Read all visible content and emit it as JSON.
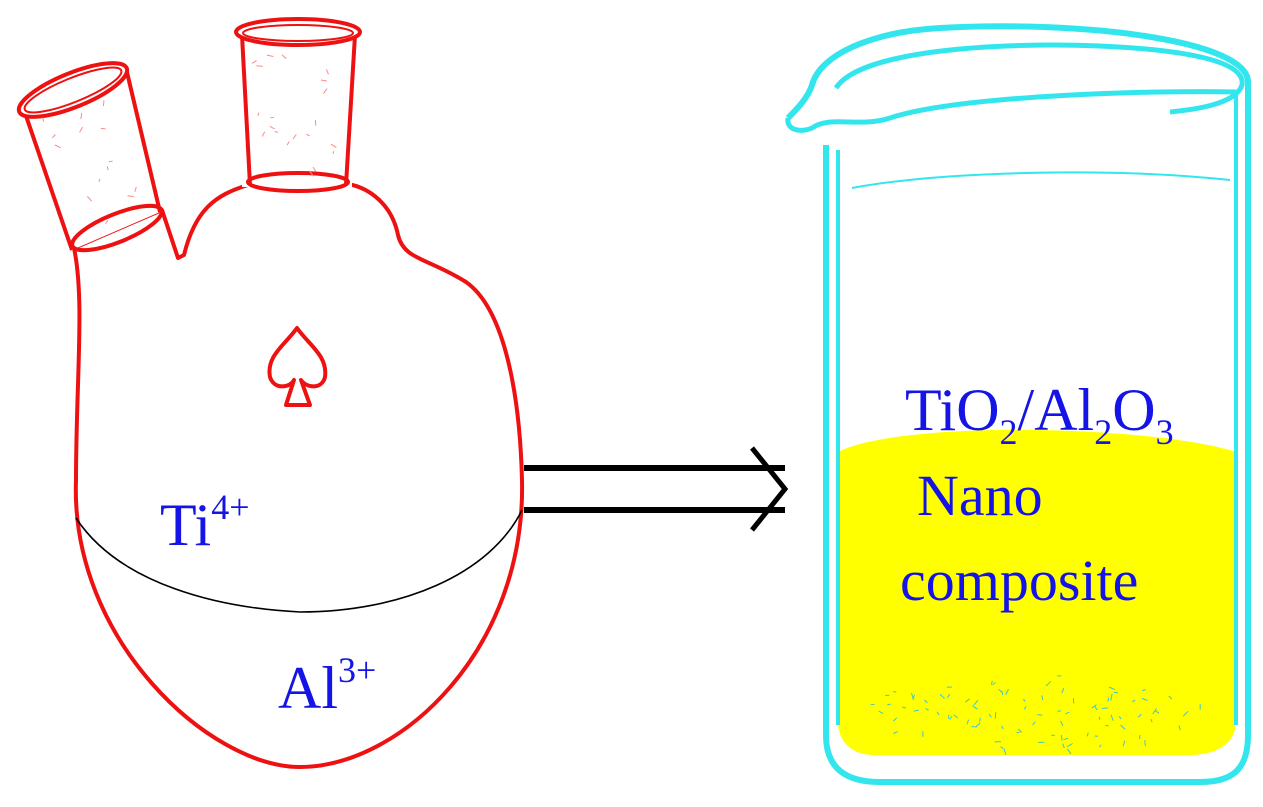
{
  "flask": {
    "top_liquid": {
      "base": "Ti",
      "superscript": "4+"
    },
    "bottom_liquid": {
      "base": "Al",
      "superscript": "3+"
    }
  },
  "beaker": {
    "product_formula": {
      "p1": "TiO",
      "s1": "2",
      "p2": "/Al",
      "s2": "2",
      "p3": "O",
      "s3": "3"
    },
    "product_line1": "Nano",
    "product_line2": "composite"
  },
  "colors": {
    "flask": "#ee1111",
    "beaker": "#33e6ee",
    "liquid": "#ffff00",
    "text": "#1414e6",
    "arrow": "#000000",
    "interface": "#000000",
    "precipitate": "#3cc8c8"
  },
  "icons": {
    "stirrer": "spade-stir-bar-icon",
    "arrow": "double-line-arrow-icon"
  }
}
